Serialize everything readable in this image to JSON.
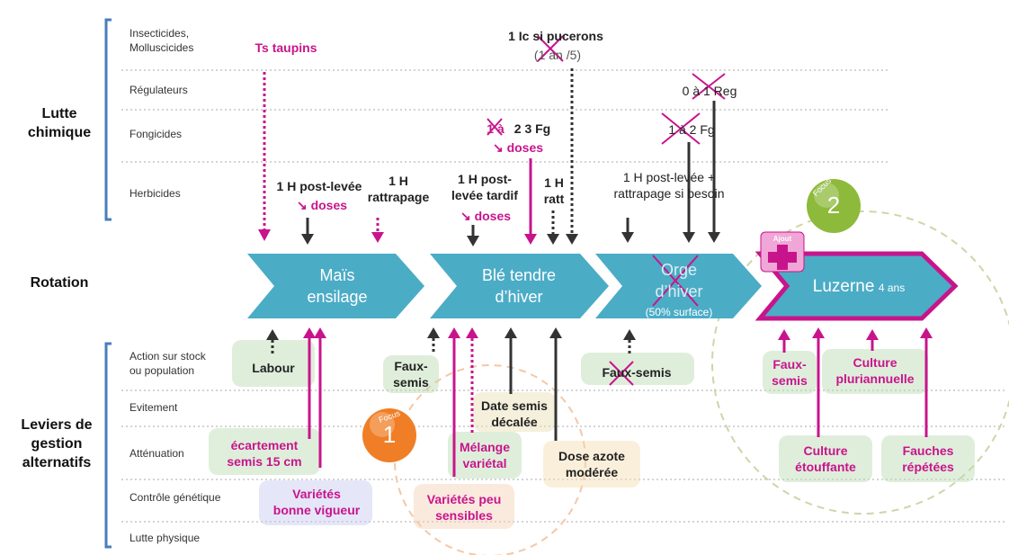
{
  "sections": {
    "chemical": "Lutte\nchimique",
    "rotation": "Rotation",
    "levers": "Leviers de\ngestion\nalternatifs"
  },
  "chemical_categories": {
    "insecticides": "Insecticides,\nMolluscicides",
    "regulators": "Régulateurs",
    "fungicides": "Fongicides",
    "herbicides": "Herbicides"
  },
  "lever_categories": {
    "stock": "Action sur stock\nou population",
    "avoidance": "Evitement",
    "attenuation": "Atténuation",
    "genetic": "Contrôle génétique",
    "physical": "Lutte physique"
  },
  "crops": {
    "mais": "Maïs\nensilage",
    "ble": "Blé tendre\nd’hiver",
    "orge": "Orge\nd’hiver",
    "orge_note": "(50% surface)",
    "luzerne": "Luzerne",
    "luzerne_years": "4 ans",
    "ajout": "Ajout"
  },
  "chemical_notes": {
    "ts_taupins": "Ts taupins",
    "ic_pucerons": "1 Ic si pucerons",
    "ic_freq": "(1 an /5)",
    "reg": "0 à 1 Reg",
    "fg_ble_prefix": "1 à",
    "fg_ble": "2 3 Fg",
    "fg_ble_doses": "↘ doses",
    "fg_orge": "1 à 2 Fg",
    "h_mais": "1 H post-levée",
    "h_mais_doses": "↘ doses",
    "h_rattrapage": "1 H\nrattrapage",
    "h_ble": "1 H post-\nlevée tardif",
    "h_ble_doses": "↘ doses",
    "h_ratt": "1 H\nratt",
    "h_orge": "1 H post-levée +\nrattrapage si besoin"
  },
  "levers": {
    "labour": "Labour",
    "faux_semis_ble": "Faux-\nsemis",
    "faux_semis_orge": "Faux-semis",
    "faux_semis_luz": "Faux-\nsemis",
    "culture_pluri": "Culture\npluriannuelle",
    "date_semis": "Date semis\ndécalée",
    "ecartement": "écartement\nsemis 15 cm",
    "melange": "Mélange\nvariétal",
    "dose_azote": "Dose azote\nmodérée",
    "culture_etouffante": "Culture\nétouffante",
    "fauches": "Fauches\nrépétées",
    "varietes_vigueur": "Variétés\nbonne vigueur",
    "varietes_sensibles": "Variétés peu\nsensibles"
  },
  "focus": {
    "label": "Focus",
    "one": "1",
    "two": "2"
  },
  "colors": {
    "chevron": "#4bacc6",
    "magenta": "#c8148c",
    "bracket": "#4a7ebb",
    "focus1": "#f07e26",
    "focus2": "#8dba3a"
  }
}
